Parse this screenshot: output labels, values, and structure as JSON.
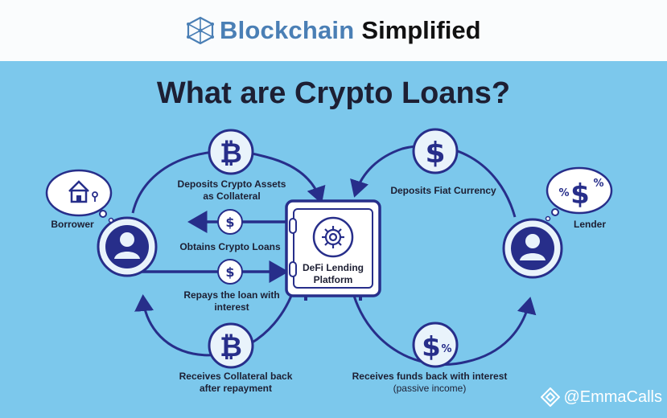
{
  "header": {
    "brand_part1": "Blockchain",
    "brand_part2": "Simplified"
  },
  "title": "What are Crypto Loans?",
  "labels": {
    "borrower": "Borrower",
    "lender": "Lender",
    "deposits_crypto": [
      "Deposits Crypto Assets",
      "as Collateral"
    ],
    "obtains_loans": "Obtains Crypto Loans",
    "repays": [
      "Repays the loan with",
      "interest"
    ],
    "receives_collateral": [
      "Receives Collateral back",
      "after repayment"
    ],
    "deposits_fiat": "Deposits Fiat Currency",
    "receives_funds": [
      "Receives funds back with interest",
      "(passive income)"
    ],
    "platform": [
      "DeFi Lending",
      "Platform"
    ]
  },
  "icons": {
    "bitcoin": "₿",
    "dollar": "$",
    "percent": "%"
  },
  "watermark": "@EmmaCalls",
  "colors": {
    "navy": "#272e8a",
    "background": "#7cc8ec",
    "circle_fill": "#e9f3fb"
  }
}
